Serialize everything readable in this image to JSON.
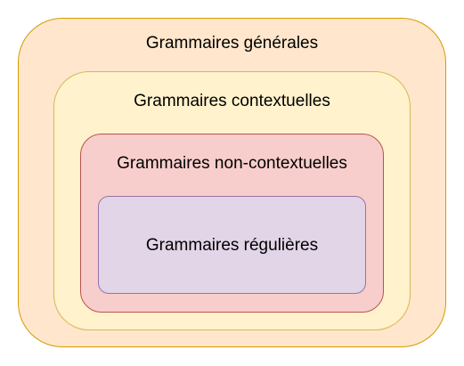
{
  "diagram": {
    "levels": [
      {
        "label": "Grammaires générales",
        "fill": "#ffe6cc",
        "stroke": "#d79b00"
      },
      {
        "label": "Grammaires contextuelles",
        "fill": "#fff2cc",
        "stroke": "#d6b656"
      },
      {
        "label": "Grammaires non-contextuelles",
        "fill": "#f8cecc",
        "stroke": "#b85450"
      },
      {
        "label": "Grammaires régulières",
        "fill": "#e1d5e7",
        "stroke": "#9673a6"
      }
    ]
  }
}
